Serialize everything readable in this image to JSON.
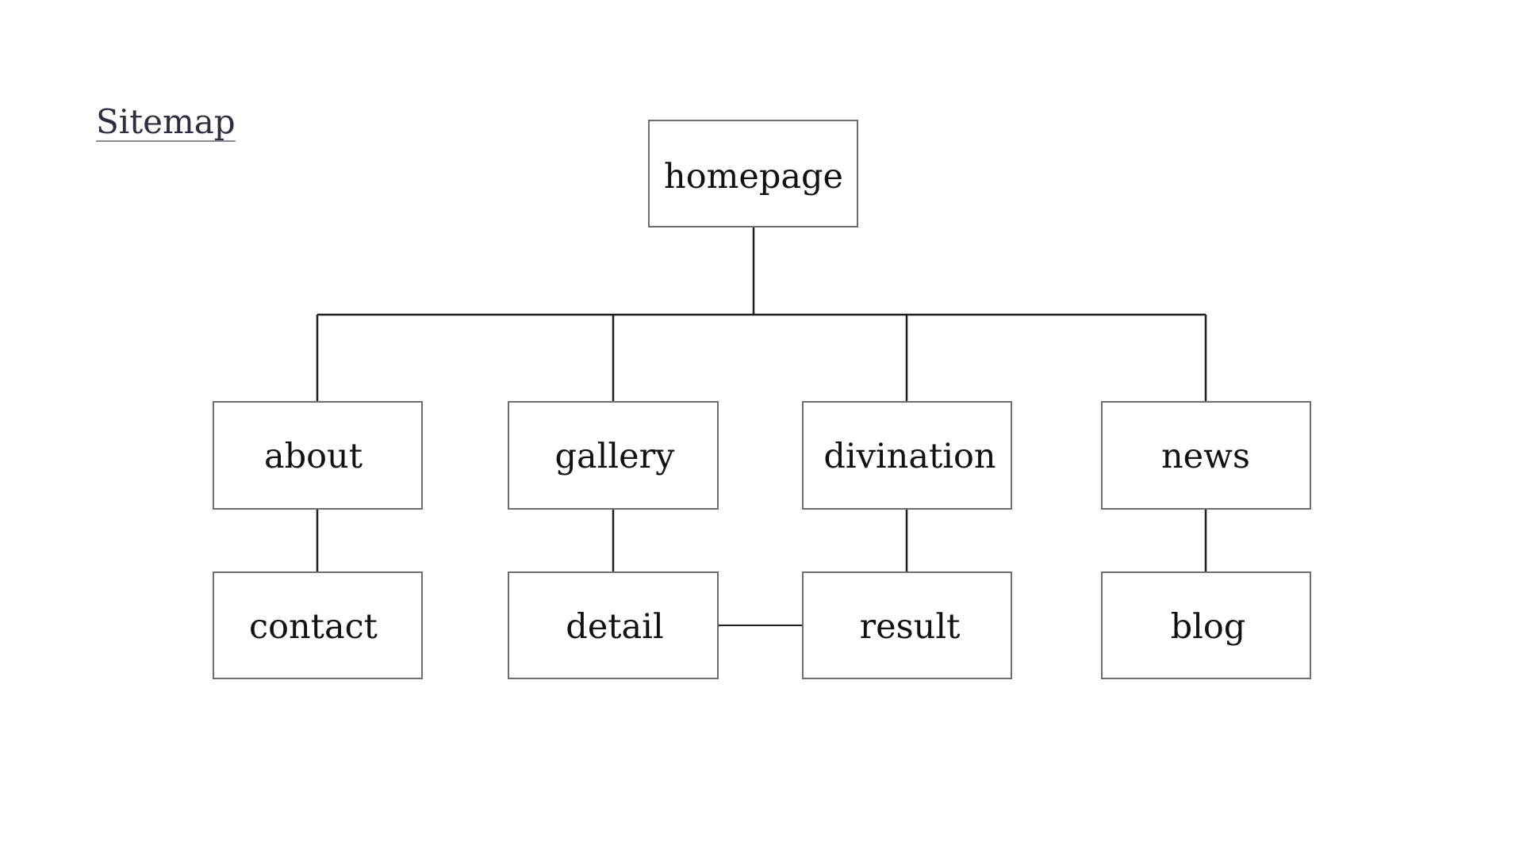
{
  "title": "Sitemap",
  "colors": {
    "text": "#111111",
    "title": "#2e2e40",
    "box_border": "#6e6e6e",
    "connector": "#1e1e1e",
    "background": "#ffffff"
  },
  "nodes": {
    "homepage": "homepage",
    "about": "about",
    "gallery": "gallery",
    "divination": "divination",
    "news": "news",
    "contact": "contact",
    "detail": "detail",
    "result": "result",
    "blog": "blog"
  },
  "edges": [
    {
      "from": "homepage",
      "to": "about"
    },
    {
      "from": "homepage",
      "to": "gallery"
    },
    {
      "from": "homepage",
      "to": "divination"
    },
    {
      "from": "homepage",
      "to": "news"
    },
    {
      "from": "about",
      "to": "contact"
    },
    {
      "from": "gallery",
      "to": "detail"
    },
    {
      "from": "divination",
      "to": "result"
    },
    {
      "from": "news",
      "to": "blog"
    },
    {
      "from": "result",
      "to": "detail",
      "arrow": true
    }
  ]
}
